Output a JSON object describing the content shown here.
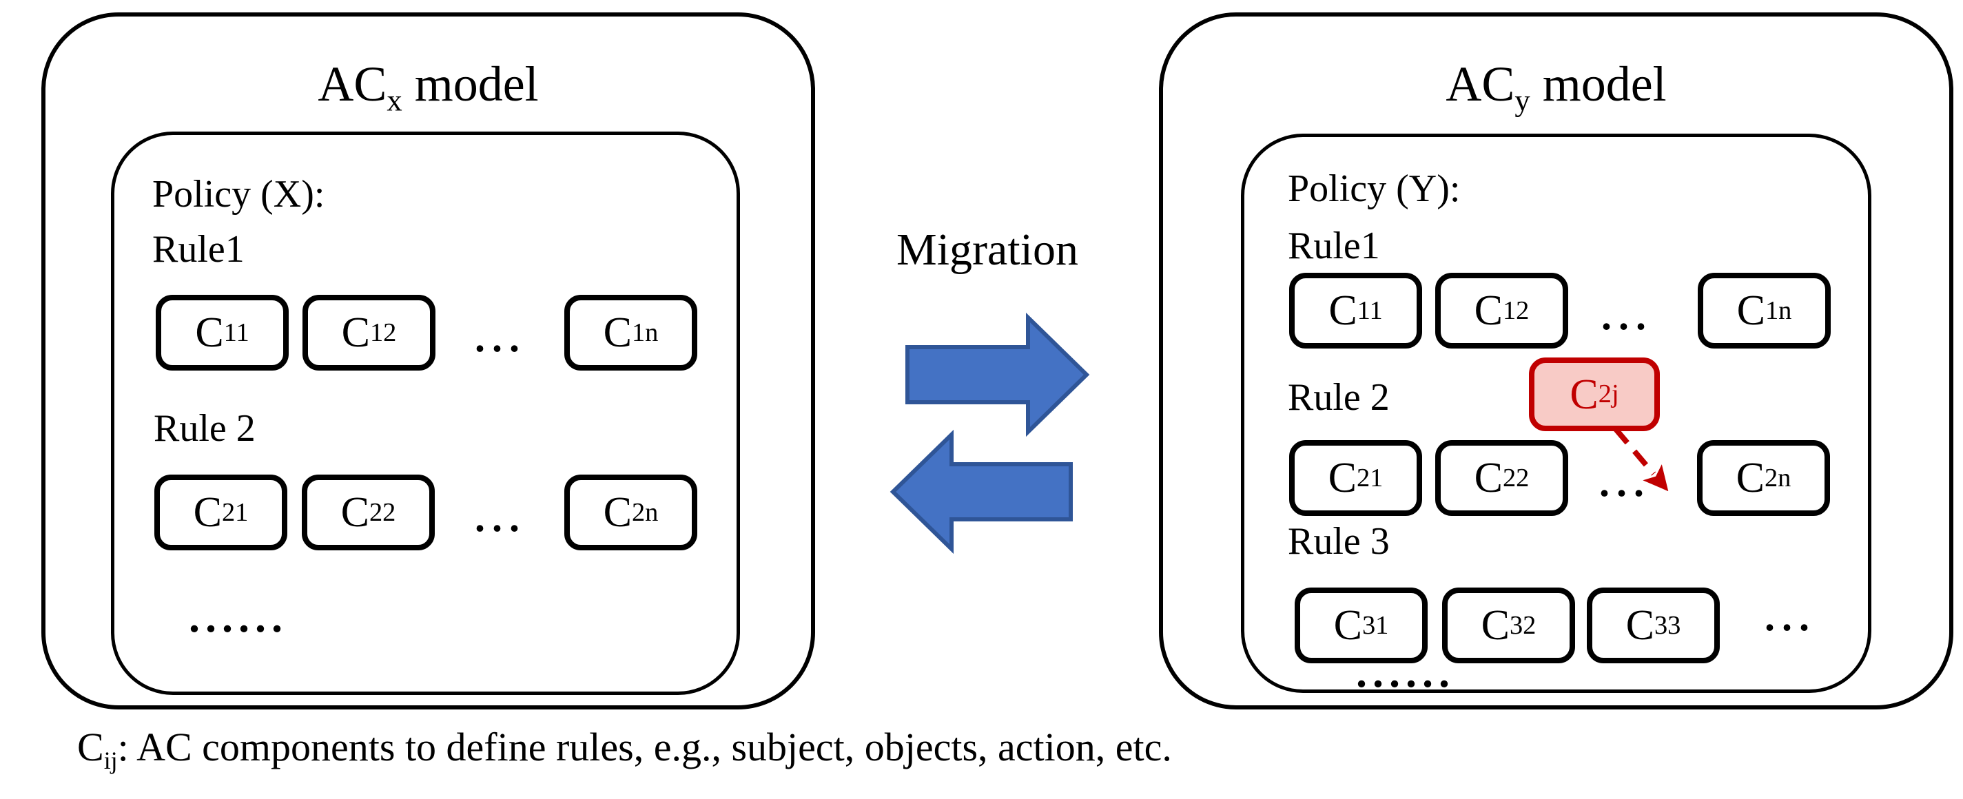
{
  "colors": {
    "arrow_fill": "#4472C4",
    "arrow_outline": "#2F5597",
    "highlight_fill": "#F8CBC6",
    "highlight_border": "#C00000",
    "line_color": "#000000"
  },
  "migration_label": "Migration",
  "left_panel": {
    "title": {
      "base": "AC",
      "sub": "x",
      "rest": " model"
    },
    "policy_label": "Policy (X):",
    "rule1_label": "Rule1",
    "rule2_label": "Rule 2",
    "ellipsis_bottom": "......",
    "row1": {
      "c1": {
        "base": "C",
        "sub": "11"
      },
      "c2": {
        "base": "C",
        "sub": "12"
      },
      "dots": "...",
      "cn": {
        "base": "C",
        "sub": "1n"
      }
    },
    "row2": {
      "c1": {
        "base": "C",
        "sub": "21"
      },
      "c2": {
        "base": "C",
        "sub": "22"
      },
      "dots": "...",
      "cn": {
        "base": "C",
        "sub": "2n"
      }
    }
  },
  "right_panel": {
    "title": {
      "base": "AC",
      "sub": "y",
      "rest": " model"
    },
    "policy_label": "Policy (Y):",
    "rule1_label": "Rule1",
    "rule2_label": "Rule 2",
    "rule3_label": "Rule 3",
    "highlight": {
      "base": "C",
      "sub": "2j"
    },
    "ellipsis_bottom": "......",
    "row1": {
      "c1": {
        "base": "C",
        "sub": "11"
      },
      "c2": {
        "base": "C",
        "sub": "12"
      },
      "dots": "...",
      "cn": {
        "base": "C",
        "sub": "1n"
      }
    },
    "row2": {
      "c1": {
        "base": "C",
        "sub": "21"
      },
      "c2": {
        "base": "C",
        "sub": "22"
      },
      "dots": "...",
      "cn": {
        "base": "C",
        "sub": "2n"
      }
    },
    "row3": {
      "c1": {
        "base": "C",
        "sub": "31"
      },
      "c2": {
        "base": "C",
        "sub": "32"
      },
      "c3": {
        "base": "C",
        "sub": "33"
      },
      "dots": "..."
    }
  },
  "caption": {
    "base": "C",
    "sub": "ij",
    "rest": ": AC components to define rules, e.g., subject, objects, action, etc."
  }
}
